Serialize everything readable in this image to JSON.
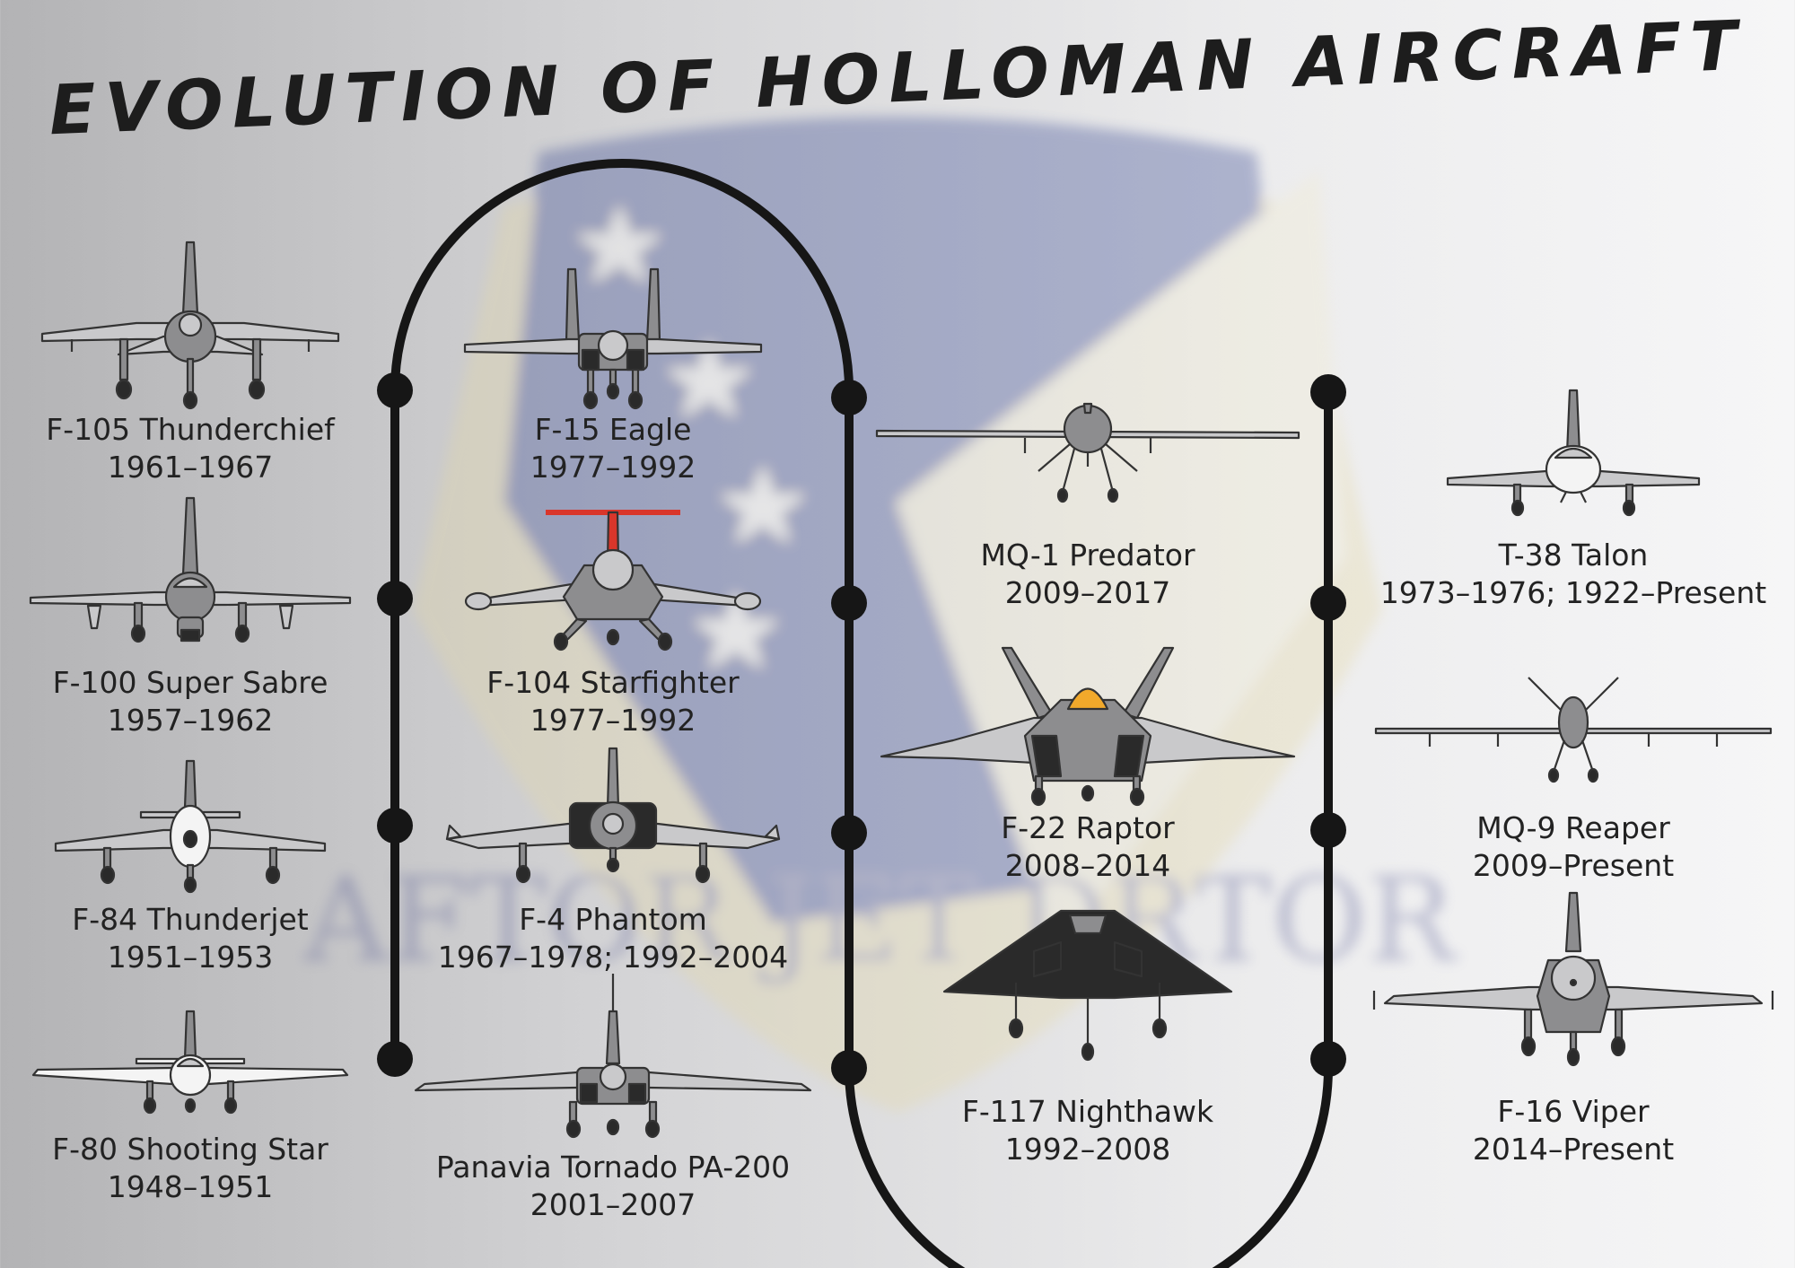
{
  "title": "EVOLUTION OF HOLLOMAN AIRCRAFT",
  "colors": {
    "timeline": "#161616",
    "plane_gray": "#8d8d8f",
    "plane_light": "#c9c9cb",
    "plane_dark": "#2a2a2a",
    "canopy_gold": "#f1a92b",
    "tail_red": "#d9362b"
  },
  "aircraft": [
    {
      "id": "f105",
      "name": "F-105 Thunderchief",
      "years": "1961–1967"
    },
    {
      "id": "f100",
      "name": "F-100 Super Sabre",
      "years": "1957–1962"
    },
    {
      "id": "f84",
      "name": "F-84 Thunderjet",
      "years": "1951–1953"
    },
    {
      "id": "f80",
      "name": "F-80 Shooting Star",
      "years": "1948–1951"
    },
    {
      "id": "f15",
      "name": "F-15 Eagle",
      "years": "1977–1992"
    },
    {
      "id": "f104",
      "name": "F-104 Starfighter",
      "years": "1977–1992"
    },
    {
      "id": "f4",
      "name": "F-4 Phantom",
      "years": "1967–1978; 1992–2004"
    },
    {
      "id": "tornado",
      "name": "Panavia Tornado PA-200",
      "years": "2001–2007"
    },
    {
      "id": "mq1",
      "name": "MQ-1 Predator",
      "years": "2009–2017"
    },
    {
      "id": "f22",
      "name": "F-22 Raptor",
      "years": "2008–2014"
    },
    {
      "id": "f117",
      "name": "F-117 Nighthawk",
      "years": "1992–2008"
    },
    {
      "id": "t38",
      "name": "T-38 Talon",
      "years": "1973–1976; 1922–Present"
    },
    {
      "id": "mq9",
      "name": "MQ-9 Reaper",
      "years": "2009–Present"
    },
    {
      "id": "f16",
      "name": "F-16 Viper",
      "years": "2014–Present"
    }
  ]
}
